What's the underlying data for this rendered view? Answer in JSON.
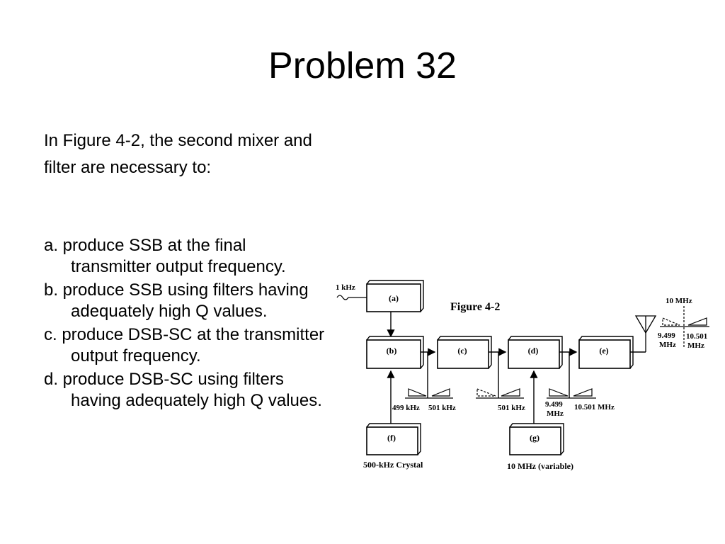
{
  "slide": {
    "title": "Problem 32",
    "question": "In Figure 4-2, the second mixer and filter are necessary to:",
    "options": [
      "a. produce SSB at the final transmitter output frequency.",
      "b. produce SSB using filters having adequately high Q values.",
      "c. produce DSB-SC at the transmitter output frequency.",
      "d. produce DSB-SC using filters having adequately high Q values."
    ]
  },
  "figure": {
    "caption": "Figure 4-2",
    "input_label": "1 kHz",
    "blocks": {
      "a": "(a)",
      "b": "(b)",
      "c": "(c)",
      "d": "(d)",
      "e": "(e)",
      "f": "(f)",
      "g": "(g)"
    },
    "crystal_label": "500-kHz Crystal",
    "vfo_label": "10 MHz (variable)",
    "spectrum1": {
      "lower": "499 kHz",
      "upper": "501 kHz"
    },
    "spectrum2": {
      "upper": "501 kHz"
    },
    "spectrum3": {
      "lower_line1": "9.499",
      "lower_line2": "MHz",
      "upper": "10.501 MHz"
    },
    "output": {
      "carrier": "10 MHz",
      "lower_line1": "9.499",
      "lower_line2": "MHz",
      "upper_line1": "10.501",
      "upper_line2": "MHz"
    }
  }
}
